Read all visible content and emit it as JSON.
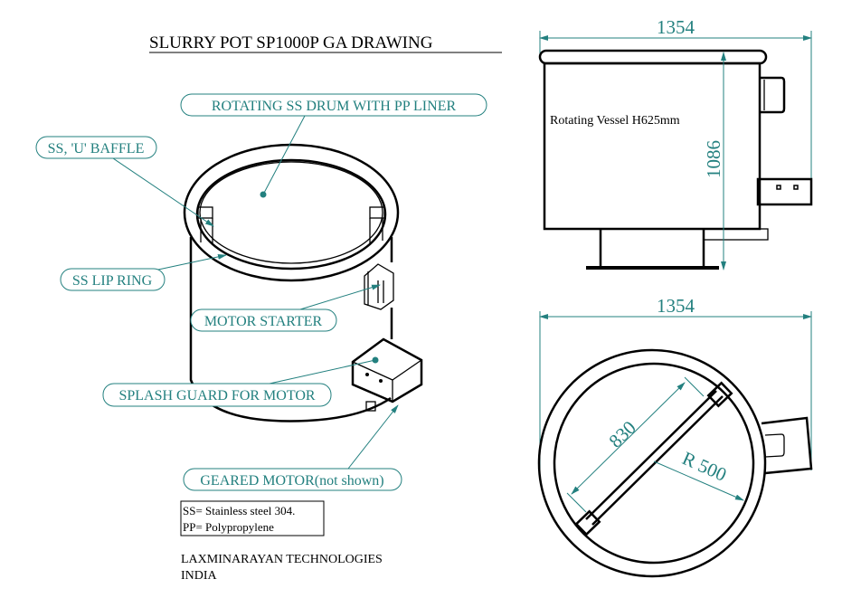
{
  "title": "SLURRY POT SP1000P GA DRAWING",
  "callouts": {
    "drum": "ROTATING SS DRUM WITH PP LINER",
    "baffle": "SS, 'U' BAFFLE",
    "lip_ring": "SS LIP RING",
    "motor_starter": "MOTOR STARTER",
    "splash_guard": "SPLASH GUARD FOR MOTOR",
    "geared_motor": "GEARED MOTOR(not shown)"
  },
  "legend": {
    "ss": "SS= Stainless steel 304.",
    "pp": "PP= Polypropylene"
  },
  "company": {
    "name": "LAXMINARAYAN TECHNOLOGIES",
    "country": "INDIA"
  },
  "side_view": {
    "width_dim": "1354",
    "height_dim": "1086",
    "note": "Rotating Vessel H625mm"
  },
  "top_view": {
    "width_dim": "1354",
    "baffle_span_dim": "830",
    "radius_dim": "R 500"
  },
  "colors": {
    "annotation": "#23807f",
    "line": "#000000"
  }
}
